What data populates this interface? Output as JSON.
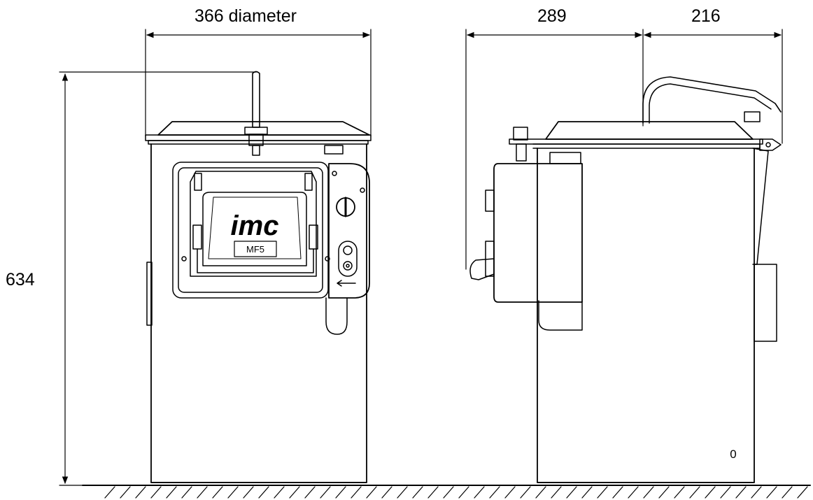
{
  "dimensions": {
    "diameter": "366 diameter",
    "side_depth_body": "289",
    "side_depth_lid": "216",
    "height": "634"
  },
  "machine": {
    "logo": "imc",
    "model_label": "MF5",
    "side_marking": "0"
  },
  "colors": {
    "line": "#000000",
    "background": "#ffffff"
  }
}
